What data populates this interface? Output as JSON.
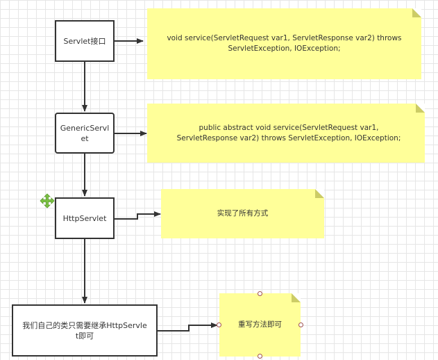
{
  "diagram": {
    "nodes": [
      {
        "id": "servlet",
        "label": "Servlet接口"
      },
      {
        "id": "generic",
        "label": "GenericServlet"
      },
      {
        "id": "http",
        "label": "HttpServlet"
      },
      {
        "id": "custom",
        "label": "我们自己的类只需要继承HttpServlet即可"
      }
    ],
    "notes": [
      {
        "id": "note-servlet",
        "text": "void service(ServletRequest var1, ServletResponse var2) throws ServletException, IOException;"
      },
      {
        "id": "note-generic",
        "text": "public abstract void service(ServletRequest var1, ServletResponse var2) throws ServletException, IOException;"
      },
      {
        "id": "note-http",
        "text": "实现了所有方式"
      },
      {
        "id": "note-custom",
        "text": "重写方法即可"
      }
    ],
    "edges": [
      {
        "from": "servlet",
        "to": "generic"
      },
      {
        "from": "generic",
        "to": "http"
      },
      {
        "from": "http",
        "to": "custom"
      },
      {
        "from": "servlet",
        "to": "note-servlet"
      },
      {
        "from": "generic",
        "to": "note-generic"
      },
      {
        "from": "http",
        "to": "note-http"
      },
      {
        "from": "custom",
        "to": "note-custom"
      }
    ],
    "selected": "note-custom",
    "colors": {
      "note": "#ffff99",
      "note_fold": "#cccc66",
      "stroke": "#333333",
      "move_handle": "#7ac143"
    }
  }
}
